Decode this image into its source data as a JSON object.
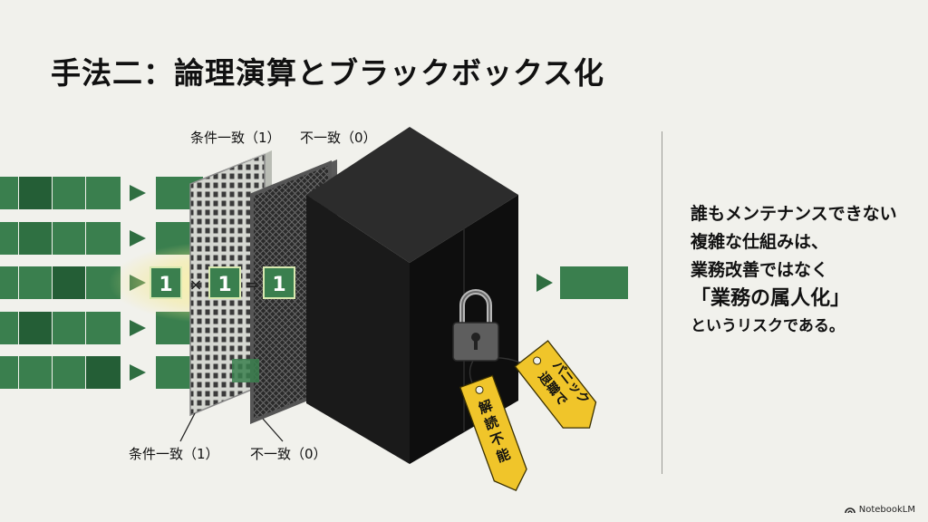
{
  "title": "手法二：論理演算とブラックボックス化",
  "labels": {
    "match_top": "条件一致（1）",
    "mismatch_top": "不一致（0）",
    "match_bottom": "条件一致（1）",
    "mismatch_bottom": "不一致（0）"
  },
  "equation": {
    "a": "1",
    "op_mul": "×",
    "b": "1",
    "op_eq": "=",
    "result": "1"
  },
  "tags": {
    "left": [
      "解",
      "読",
      "不",
      "能"
    ],
    "right_line1": "退職で",
    "right_line2": "パニック"
  },
  "side_text": {
    "line1": "誰もメンテナンスできない",
    "line2": "複雑な仕組みは、",
    "line3": "業務改善ではなく",
    "line4": "「業務の属人化」",
    "line5": "というリスクである。"
  },
  "brand": "NotebookLM",
  "colors": {
    "green": "#3a7f4e",
    "green_dark": "#245e36",
    "box": "#111111",
    "tag": "#f0c52a",
    "glow": "#f5e98a"
  }
}
